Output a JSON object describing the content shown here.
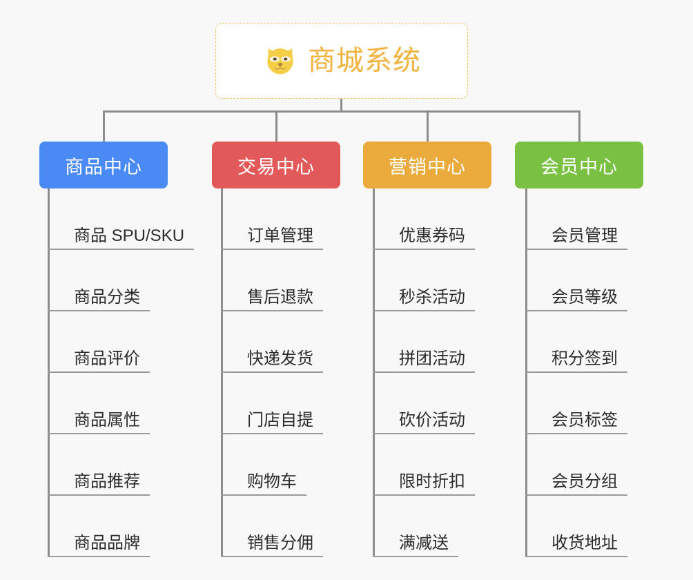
{
  "canvas": {
    "background": "#f8f8f8",
    "line_color": "#8c8c8c",
    "underline_color": "#9a9a9a"
  },
  "root": {
    "title": "商城系统",
    "icon": "shiba-dog-face-icon",
    "text_color": "#f2b23e",
    "border_color": "#f0c068",
    "background": "#ffffff"
  },
  "categories": [
    {
      "label": "商品中心",
      "color": "#4a8af4",
      "items": [
        {
          "label": "商品 SPU/SKU"
        },
        {
          "label": "商品分类"
        },
        {
          "label": "商品评价"
        },
        {
          "label": "商品属性"
        },
        {
          "label": "商品推荐"
        },
        {
          "label": "商品品牌"
        }
      ]
    },
    {
      "label": "交易中心",
      "color": "#e2595a",
      "items": [
        {
          "label": "订单管理"
        },
        {
          "label": "售后退款"
        },
        {
          "label": "快递发货"
        },
        {
          "label": "门店自提"
        },
        {
          "label": "购物车"
        },
        {
          "label": "销售分佣"
        }
      ]
    },
    {
      "label": "营销中心",
      "color": "#eaaa3c",
      "items": [
        {
          "label": "优惠券码"
        },
        {
          "label": "秒杀活动"
        },
        {
          "label": "拼团活动"
        },
        {
          "label": "砍价活动"
        },
        {
          "label": "限时折扣"
        },
        {
          "label": "满减送"
        }
      ]
    },
    {
      "label": "会员中心",
      "color": "#7ac143",
      "items": [
        {
          "label": "会员管理"
        },
        {
          "label": "会员等级"
        },
        {
          "label": "积分签到"
        },
        {
          "label": "会员标签"
        },
        {
          "label": "会员分组"
        },
        {
          "label": "收货地址"
        }
      ]
    }
  ]
}
